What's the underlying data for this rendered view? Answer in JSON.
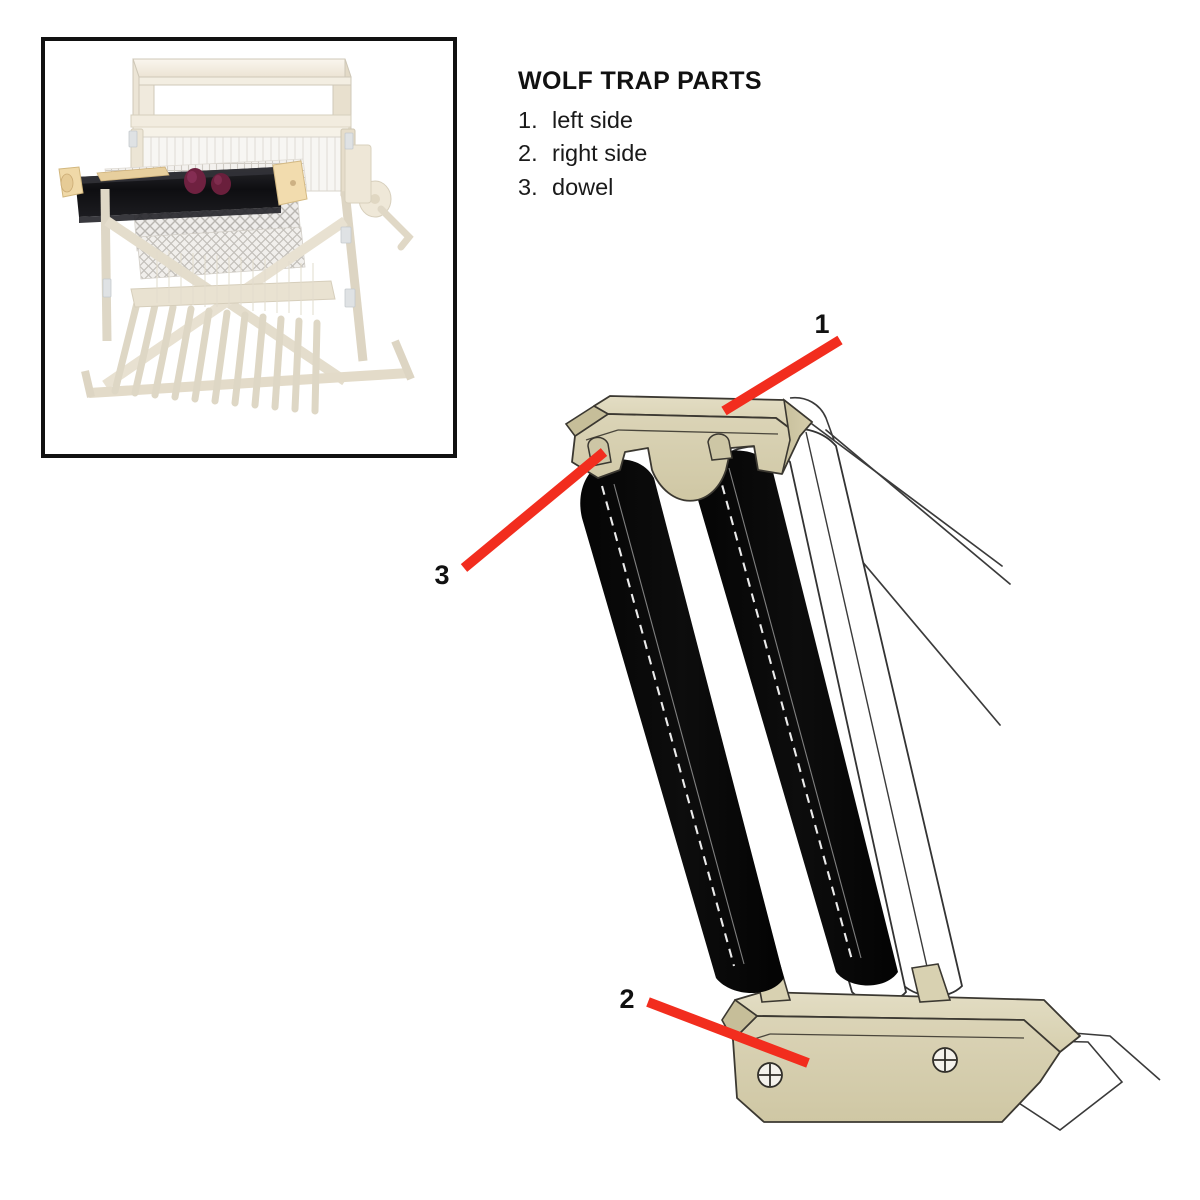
{
  "document": {
    "title": "WOLF TRAP PARTS",
    "background_color": "#ffffff"
  },
  "parts_list": {
    "heading": "WOLF TRAP PARTS",
    "items": [
      {
        "number": "1.",
        "label": "left side"
      },
      {
        "number": "2.",
        "label": "right side"
      },
      {
        "number": "3.",
        "label": "dowel"
      }
    ]
  },
  "callouts": [
    {
      "id": "callout-1",
      "number": "1",
      "target": "left side bar",
      "color": "#f22d1e"
    },
    {
      "id": "callout-2",
      "number": "2",
      "target": "right side bar",
      "color": "#f22d1e"
    },
    {
      "id": "callout-3",
      "number": "3",
      "target": "dowel hole",
      "color": "#f22d1e"
    }
  ],
  "inset_photo": {
    "caption": "",
    "subject": "folding floor loom with wolf trap accessory installed",
    "border_color": "#111111",
    "background_color": "#ffffff",
    "loom_wood_color": "#f2ece0",
    "trap_fabric_color": "#121212",
    "yarn_color": "#7b2346"
  },
  "colors": {
    "wood_light": "#ddd7bb",
    "wood_mid": "#d3ccab",
    "wood_shade": "#c7bf9b",
    "wood_edge": "#46433a",
    "fabric_black": "#0b0b0b",
    "stitch_white": "#ffffff",
    "outline_gray": "#3a3a3a",
    "callout_red": "#f22d1e",
    "text_black": "#111111"
  },
  "drawing": {
    "name": "wolf-trap-exploded-view",
    "parts": [
      {
        "name": "left-side-bar",
        "callout": "1",
        "features": "two dowel holes, center scallop"
      },
      {
        "name": "right-side-bar",
        "callout": "2",
        "features": "two screw heads"
      },
      {
        "name": "dowel",
        "callout": "3",
        "features": "inserted through hole in side bar"
      },
      {
        "name": "fabric-pocket-front",
        "features": "black, white dashed stitching"
      },
      {
        "name": "fabric-pocket-rear",
        "features": "black, white dashed stitching"
      },
      {
        "name": "fabric-pocket-ghost",
        "features": "outline only"
      }
    ]
  }
}
